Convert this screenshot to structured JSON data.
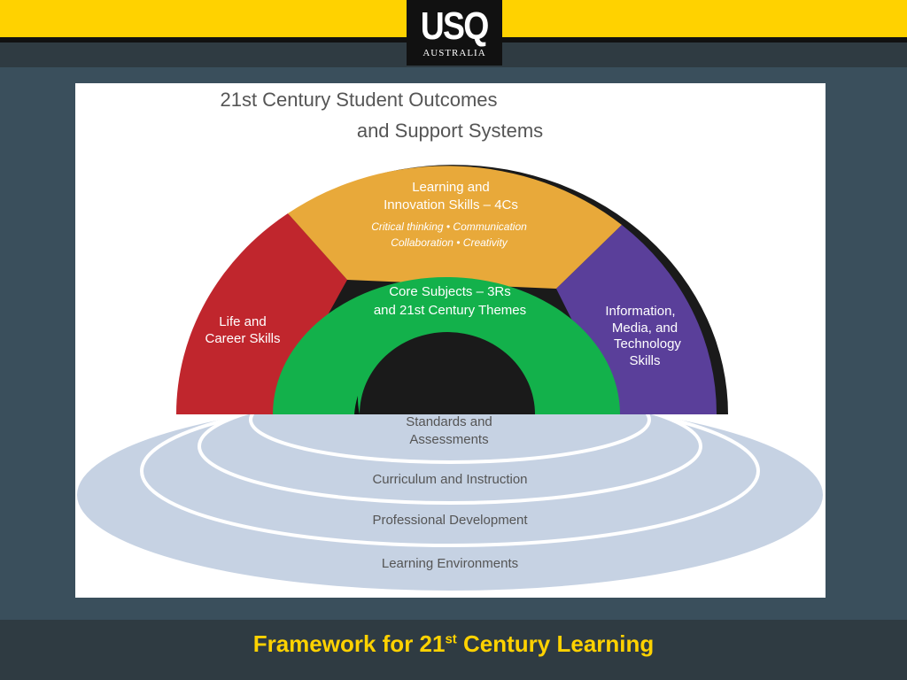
{
  "header": {
    "logo_main": "USQ",
    "logo_sub": "AUSTRALIA"
  },
  "diagram": {
    "title_line1": "21st Century Student Outcomes",
    "title_line2": "and Support Systems",
    "outer_segments": {
      "life_career": [
        "Life and",
        "Career Skills"
      ],
      "learning_innovation": [
        "Learning and",
        "Innovation Skills – 4Cs"
      ],
      "learning_innovation_detail": [
        "Critical thinking • Communication",
        "Collaboration • Creativity"
      ],
      "info_media_tech": [
        "Information,",
        "Media, and",
        "Technology",
        "Skills"
      ]
    },
    "core": [
      "Core Subjects – 3Rs",
      "and 21st Century Themes"
    ],
    "support_rings": {
      "standards": [
        "Standards and",
        "Assessments"
      ],
      "curriculum": "Curriculum and Instruction",
      "professional": "Professional Development",
      "environments": "Learning Environments"
    },
    "colors": {
      "red": "#c0262d",
      "gold": "#e8a93a",
      "purple": "#5a3f9a",
      "green": "#13b14b",
      "ring": "#c6d2e3"
    }
  },
  "footer": {
    "title_pre": "Framework for 21",
    "title_sup": "st",
    "title_post": " Century Learning"
  }
}
